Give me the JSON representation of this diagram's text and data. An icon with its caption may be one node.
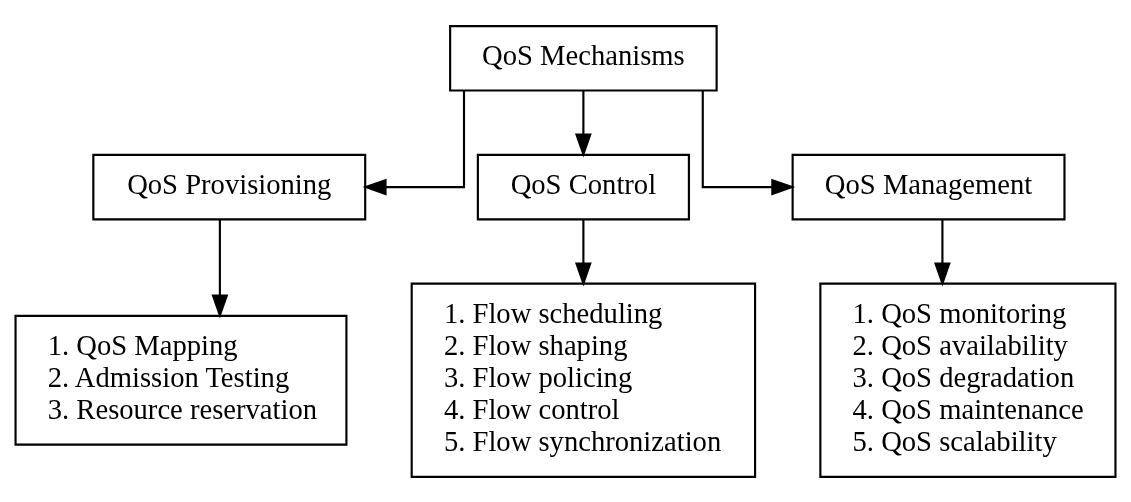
{
  "diagram": {
    "nodes": [
      {
        "text": [
          "QoS Mechanisms"
        ]
      },
      {
        "text": [
          "QoS Provisioning"
        ]
      },
      {
        "text": [
          "QoS Control"
        ]
      },
      {
        "text": [
          "QoS Management"
        ]
      },
      {
        "text": [
          "1. QoS Mapping",
          "2. Admission Testing",
          "3. Resource reservation"
        ]
      },
      {
        "text": [
          "1. Flow scheduling",
          "2. Flow shaping",
          "3. Flow policing",
          "4. Flow control",
          "5. Flow synchronization"
        ]
      },
      {
        "text": [
          "1. QoS monitoring",
          "2. QoS availability",
          "3. QoS degradation",
          "4. QoS maintenance",
          "5. QoS scalability"
        ]
      }
    ],
    "edges": [
      {
        "from": 0,
        "to": 1,
        "arrow": "to"
      },
      {
        "from": 0,
        "to": 2,
        "arrow": "to"
      },
      {
        "from": 0,
        "to": 3,
        "arrow": "to"
      },
      {
        "from": 1,
        "to": 4,
        "arrow": "to"
      },
      {
        "from": 2,
        "to": 5,
        "arrow": "to"
      },
      {
        "from": 3,
        "to": 6,
        "arrow": "to"
      }
    ]
  }
}
